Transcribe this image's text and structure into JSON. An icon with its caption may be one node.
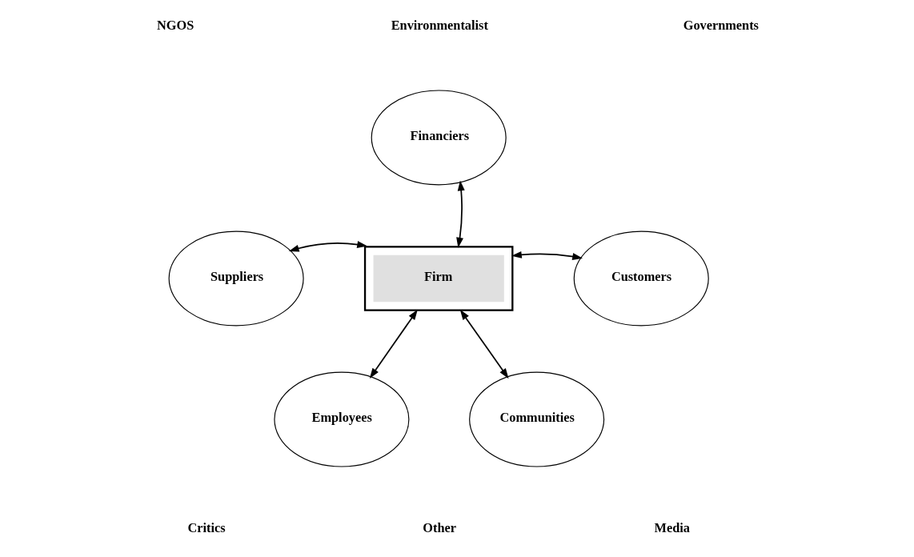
{
  "diagram": {
    "nodes": [
      {
        "text": [
          "Financiers"
        ]
      },
      {
        "text": [
          "Suppliers"
        ]
      },
      {
        "text": [
          "Firm"
        ]
      },
      {
        "text": [
          "Customers"
        ]
      },
      {
        "text": [
          "Employees"
        ]
      },
      {
        "text": [
          "Communities"
        ]
      }
    ],
    "edges": [
      {
        "from": 2,
        "to": 0,
        "arrow": "both"
      },
      {
        "from": 2,
        "to": 1,
        "arrow": "both"
      },
      {
        "from": 2,
        "to": 3,
        "arrow": "both"
      },
      {
        "from": 2,
        "to": 4,
        "arrow": "both"
      },
      {
        "from": 2,
        "to": 5,
        "arrow": "both"
      }
    ],
    "labels": [
      "NGOS",
      "Environmentalist",
      "Governments",
      "Critics",
      "Other",
      "Media"
    ]
  }
}
